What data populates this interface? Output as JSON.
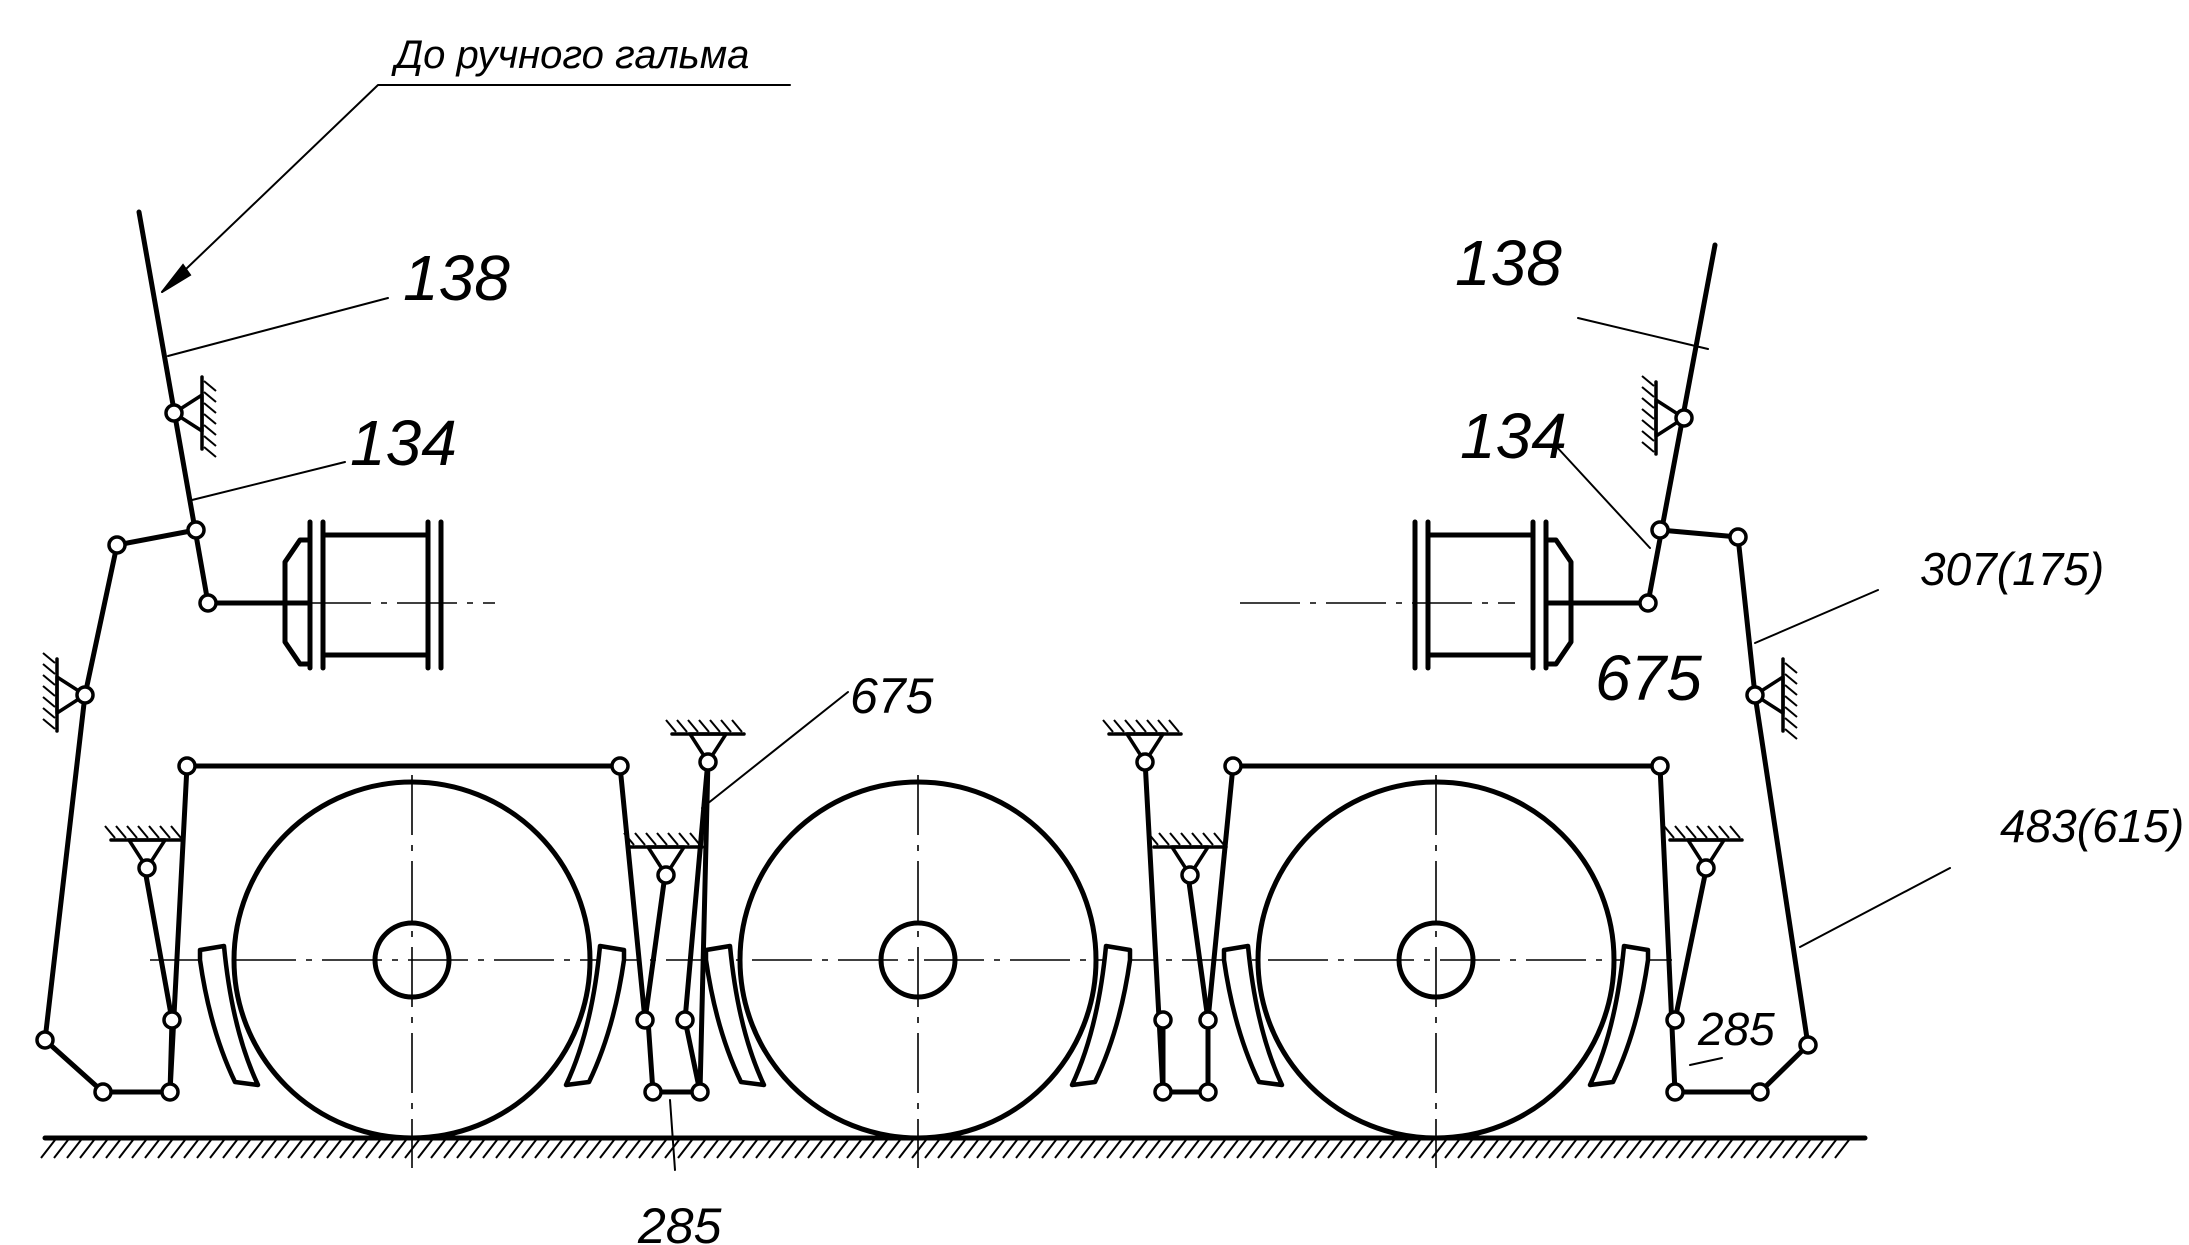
{
  "diagram": {
    "top_note": "До ручного гальма",
    "labels": {
      "l138": "138",
      "l134": "134",
      "r138": "138",
      "r134": "134",
      "l675": "675",
      "r675": "675",
      "r307": "307(175)",
      "r483": "483(615)",
      "r285": "285",
      "b285": "285"
    },
    "colors": {
      "line": "#000000",
      "background": "#ffffff"
    }
  }
}
